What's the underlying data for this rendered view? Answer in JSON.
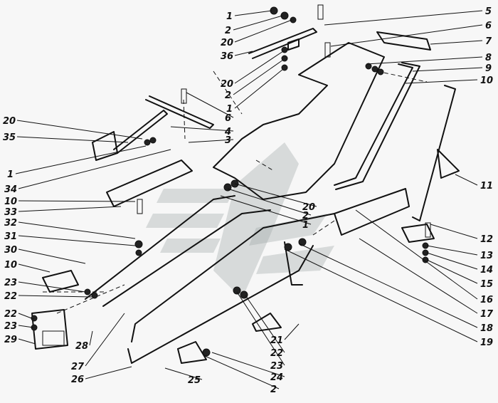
{
  "diagram": {
    "title": "Exploded parts diagram - wings, mudguards and footstep assembly",
    "watermark": "logo-watermark",
    "callouts": {
      "top_left": [
        "1",
        "2",
        "20",
        "36",
        "20",
        "2",
        "1",
        "6",
        "4",
        "3"
      ],
      "top_right": [
        "5",
        "6",
        "7",
        "8",
        "9",
        "10"
      ],
      "left": [
        "20",
        "35",
        "1",
        "34",
        "10",
        "33",
        "32",
        "31",
        "30",
        "10",
        "23",
        "22",
        "22",
        "23",
        "29",
        "28",
        "27",
        "26"
      ],
      "center": [
        "20",
        "2",
        "1"
      ],
      "right": [
        "11",
        "12",
        "13",
        "14",
        "15",
        "16",
        "17",
        "18",
        "19"
      ],
      "bottom": [
        "21",
        "22",
        "23",
        "24",
        "2",
        "25"
      ]
    }
  }
}
